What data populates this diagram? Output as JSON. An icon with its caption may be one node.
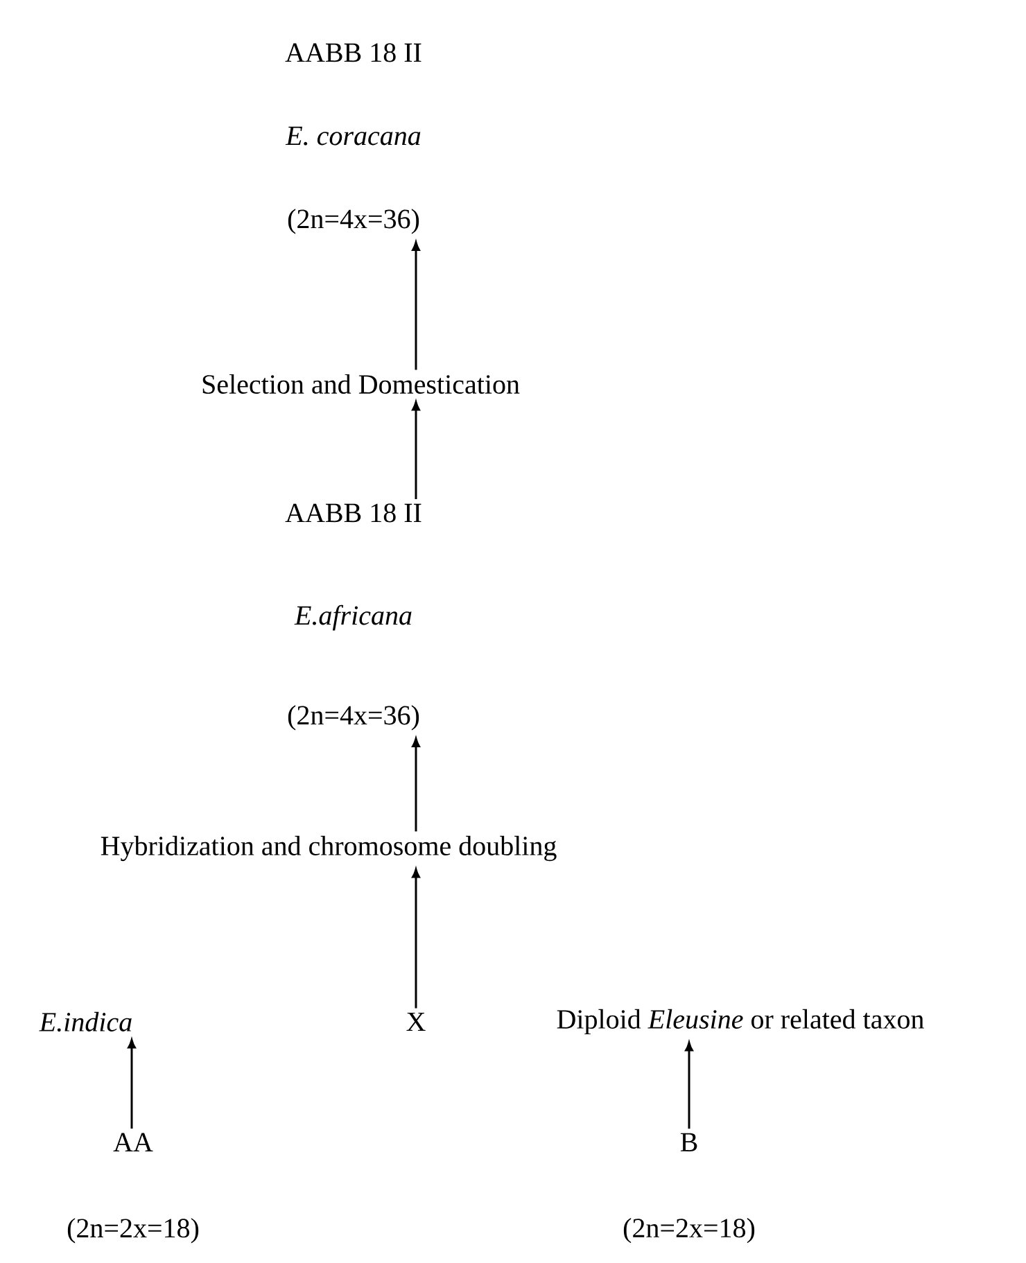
{
  "diagram": {
    "nodes": [
      {
        "text": [
          "AABB 18 II",
          "E. coracana",
          "(2n=4x=36)"
        ]
      },
      {
        "text": [
          "Selection and Domestication"
        ]
      },
      {
        "text": [
          "AABB 18 II",
          "E.africana",
          "(2n=4x=36)"
        ]
      },
      {
        "text": [
          "Hybridization and chromosome doubling"
        ]
      },
      {
        "text": [
          "E.indica"
        ]
      },
      {
        "text": [
          "X"
        ]
      },
      {
        "text": [
          "Diploid *Eleusine* or related taxon"
        ]
      },
      {
        "text": [
          "AA",
          "(2n=2x=18)"
        ]
      },
      {
        "text": [
          "B",
          "(2n=2x=18)"
        ]
      }
    ],
    "edges": [
      {
        "from": 1,
        "to": 0,
        "arrow": "to"
      },
      {
        "from": 2,
        "to": 1,
        "arrow": "to"
      },
      {
        "from": 3,
        "to": 2,
        "arrow": "to"
      },
      {
        "from": 5,
        "to": 3,
        "arrow": "to"
      },
      {
        "from": 7,
        "to": 4,
        "arrow": "to"
      },
      {
        "from": 8,
        "to": 6,
        "arrow": "to"
      }
    ]
  }
}
